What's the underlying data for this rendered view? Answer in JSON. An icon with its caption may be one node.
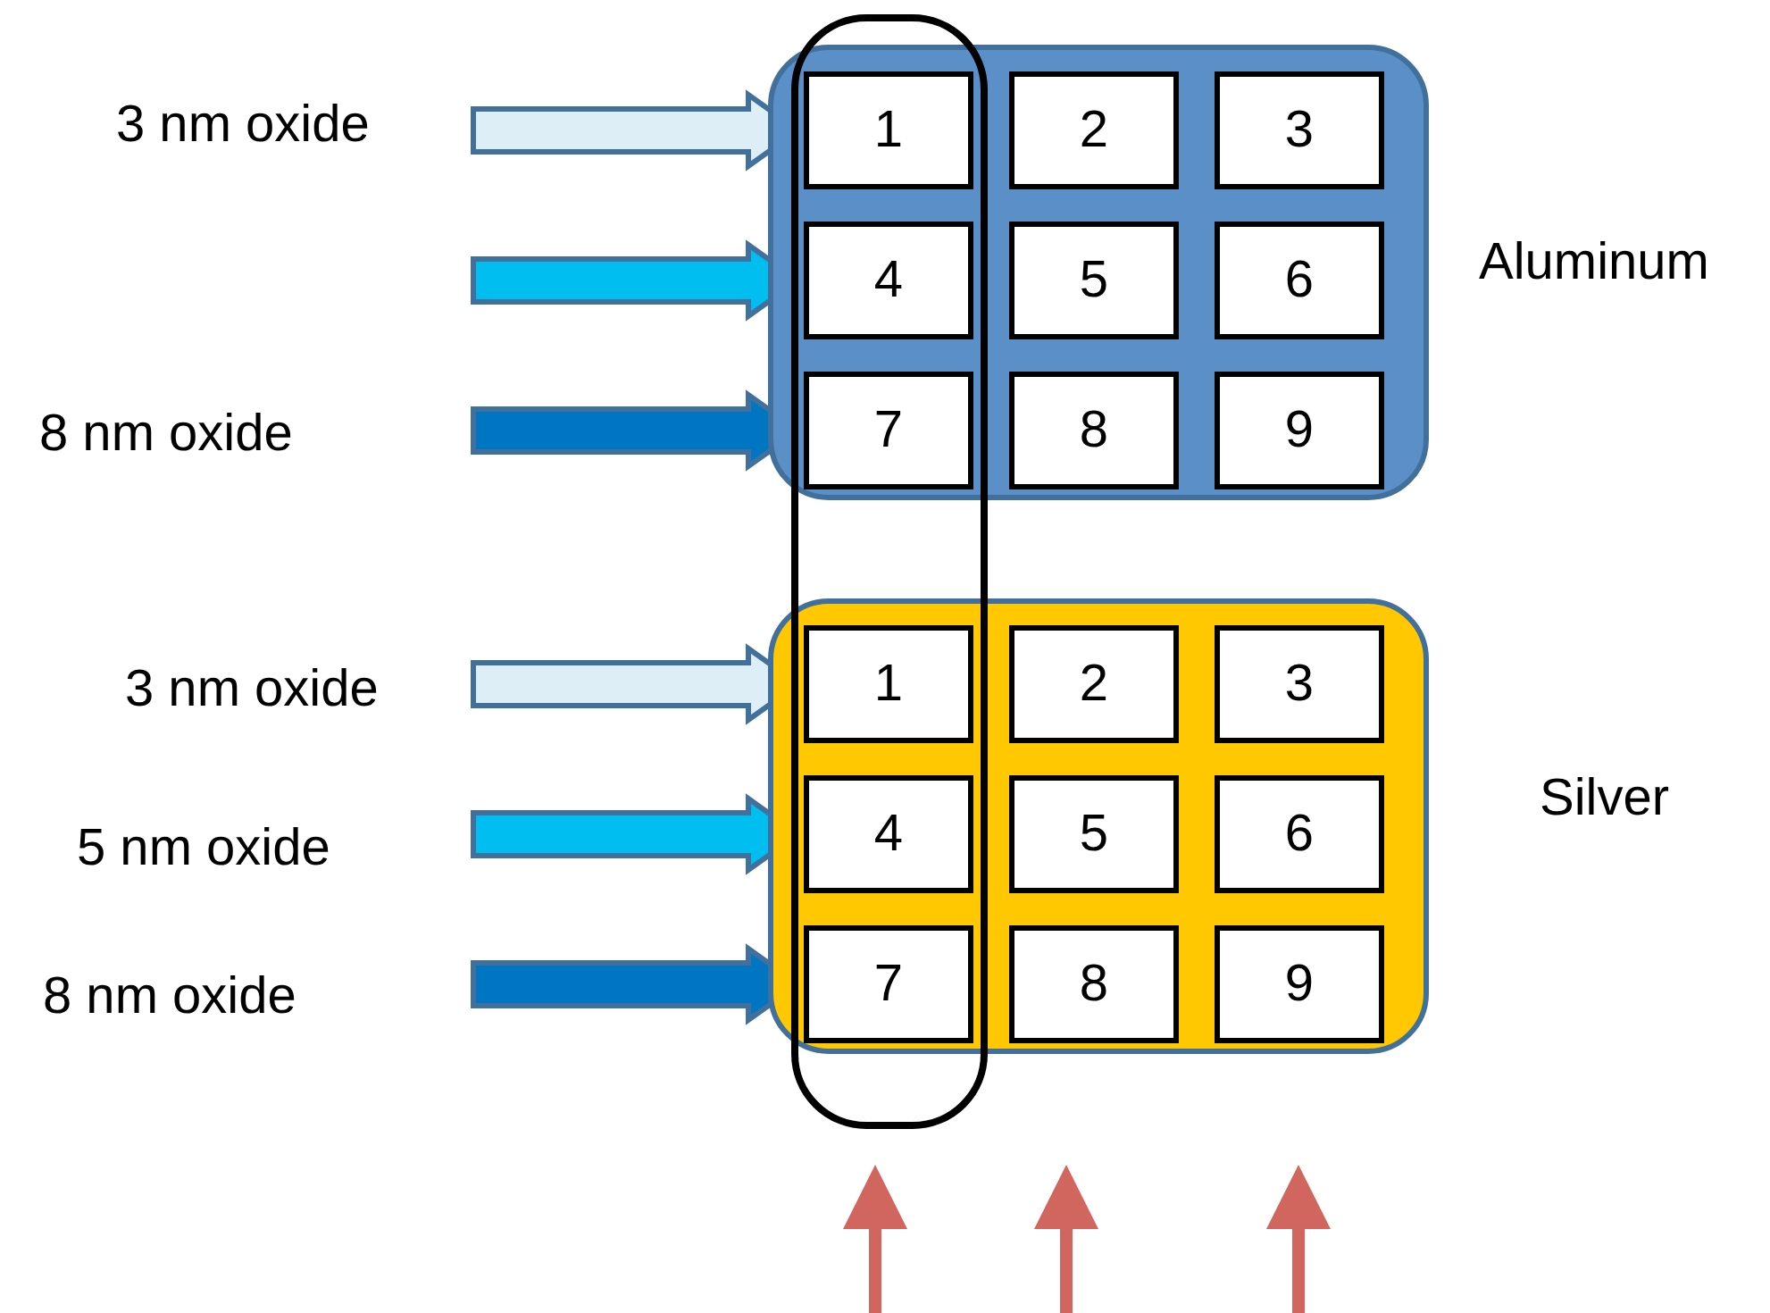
{
  "diagram": {
    "nodes": [
      {
        "text": [
          "3 nm oxide"
        ]
      },
      {
        "text": [
          "8 nm oxide"
        ]
      },
      {
        "text": [],
        "shape": "box",
        "beside": [
          "Aluminum"
        ]
      },
      {
        "text": [
          "1"
        ]
      },
      {
        "text": [
          "2"
        ],
        "in": 2
      },
      {
        "text": [
          "3"
        ],
        "in": 2
      },
      {
        "text": [
          "4"
        ]
      },
      {
        "text": [
          "5"
        ],
        "in": 2
      },
      {
        "text": [
          "6"
        ],
        "in": 2
      },
      {
        "text": [
          "7"
        ]
      },
      {
        "text": [
          "8"
        ],
        "in": 2
      },
      {
        "text": [
          "9"
        ],
        "in": 2
      },
      {
        "text": [
          "3 nm oxide"
        ]
      },
      {
        "text": [
          "5 nm oxide"
        ]
      },
      {
        "text": [
          "8 nm oxide"
        ]
      },
      {
        "text": [],
        "shape": "box",
        "beside": [
          "Silver"
        ]
      },
      {
        "text": [
          "1"
        ]
      },
      {
        "text": [
          "2"
        ],
        "in": 15
      },
      {
        "text": [
          "3"
        ],
        "in": 15
      },
      {
        "text": [
          "4"
        ]
      },
      {
        "text": [
          "5"
        ],
        "in": 15
      },
      {
        "text": [
          "6"
        ],
        "in": 15
      },
      {
        "text": [
          "7"
        ]
      },
      {
        "text": [
          "8"
        ],
        "in": 15
      },
      {
        "text": [
          "9"
        ],
        "in": 15
      },
      {
        "text": [],
        "shape": "oval"
      }
    ],
    "edges": [
      {
        "from": 0,
        "to": 3,
        "arrow": "to",
        "color": "#deeef7"
      },
      {
        "from": null,
        "to": 6,
        "arrow": "to",
        "color": "#00bff0"
      },
      {
        "from": 1,
        "to": 9,
        "arrow": "to",
        "color": "#0075c2"
      },
      {
        "from": 12,
        "to": 16,
        "arrow": "to",
        "color": "#deeef7"
      },
      {
        "from": 13,
        "to": 19,
        "arrow": "to",
        "color": "#00bff0"
      },
      {
        "from": 14,
        "to": 22,
        "arrow": "to",
        "color": "#0075c2"
      }
    ]
  }
}
